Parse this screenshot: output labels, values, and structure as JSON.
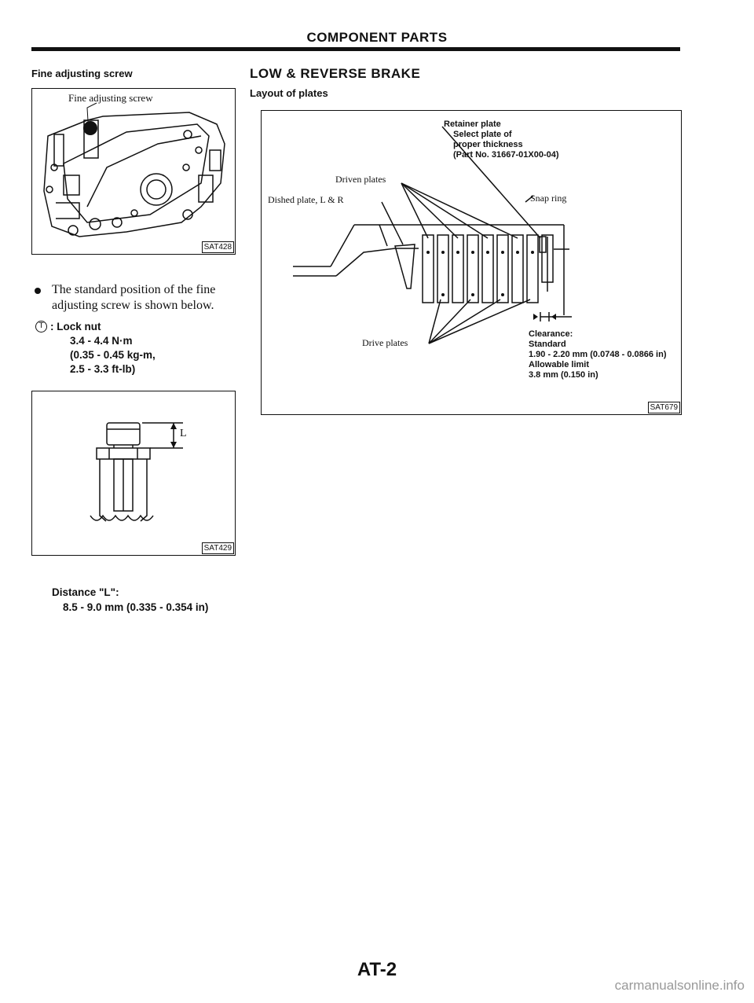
{
  "header": {
    "title": "COMPONENT PARTS"
  },
  "left": {
    "section_title": "Fine adjusting screw",
    "fig1": {
      "callout": "Fine adjusting screw",
      "code": "SAT428"
    },
    "bullet_text": "The standard position of the fine adjusting screw is shown below.",
    "torque": {
      "symbol": "T",
      "label": ": Lock nut",
      "line1": "3.4 - 4.4 N·m",
      "line2": "(0.35 - 0.45 kg-m,",
      "line3": "2.5 - 3.3 ft-lb)"
    },
    "fig2": {
      "dim_label": "L",
      "code": "SAT429"
    },
    "distance": {
      "label": "Distance \"L\":",
      "value": "8.5 - 9.0 mm (0.335 - 0.354 in)"
    }
  },
  "right": {
    "section_title": "LOW & REVERSE BRAKE",
    "subtitle": "Layout of plates",
    "fig": {
      "retainer_1": "Retainer plate",
      "retainer_2": "Select plate of",
      "retainer_3": "proper thickness",
      "retainer_4": "(Part No. 31667-01X00-04)",
      "driven_plates": "Driven plates",
      "dished_plate": "Dished plate, L & R",
      "snap_ring": "Snap ring",
      "drive_plates": "Drive plates",
      "clearance_1": "Clearance:",
      "clearance_2": "Standard",
      "clearance_3": "1.90 - 2.20 mm (0.0748 - 0.0866 in)",
      "clearance_4": "Allowable limit",
      "clearance_5": "3.8 mm (0.150 in)",
      "code": "SAT679"
    }
  },
  "footer": {
    "page": "AT-2"
  },
  "watermark": "carmanualsonline.info"
}
